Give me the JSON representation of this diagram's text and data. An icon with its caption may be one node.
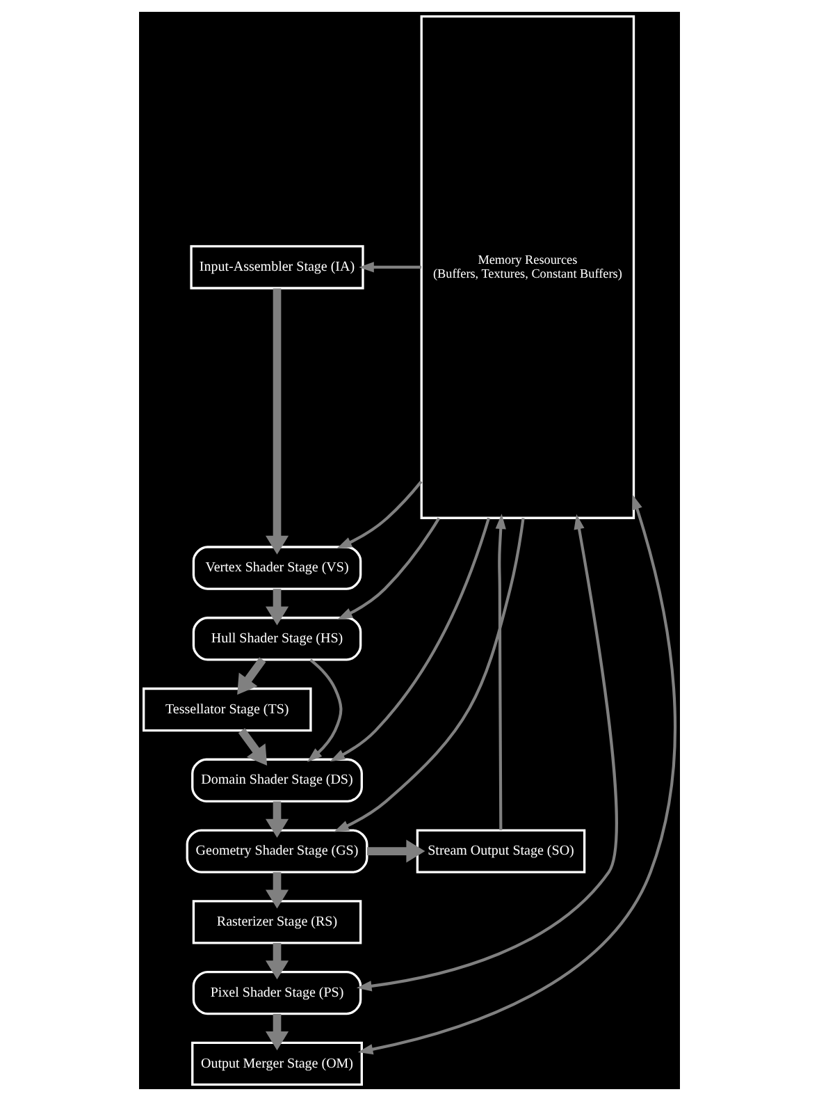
{
  "diagram": {
    "nodes": [
      {
        "text": [
          "Input-Assembler Stage (IA)"
        ]
      },
      {
        "text": [
          "Vertex Shader Stage (VS)"
        ]
      },
      {
        "text": [
          "Hull Shader Stage (HS)"
        ]
      },
      {
        "text": [
          "Tessellator Stage (TS)"
        ]
      },
      {
        "text": [
          "Domain Shader Stage (DS)"
        ]
      },
      {
        "text": [
          "Geometry Shader Stage (GS)"
        ]
      },
      {
        "text": [
          "Stream Output Stage (SO)"
        ]
      },
      {
        "text": [
          "Rasterizer Stage (RS)"
        ]
      },
      {
        "text": [
          "Pixel Shader Stage (PS)"
        ]
      },
      {
        "text": [
          "Output Merger Stage (OM)"
        ]
      },
      {
        "text": [
          "Memory Resources",
          "(Buffers, Textures, Constant Buffers)"
        ]
      }
    ],
    "edges": [
      {
        "from": 0,
        "to": 1,
        "arrow": "to",
        "style": "thick"
      },
      {
        "from": 1,
        "to": 2,
        "arrow": "to",
        "style": "thick"
      },
      {
        "from": 2,
        "to": 3,
        "arrow": "to",
        "style": "thick"
      },
      {
        "from": 2,
        "to": 4,
        "arrow": "to"
      },
      {
        "from": 3,
        "to": 4,
        "arrow": "to",
        "style": "thick"
      },
      {
        "from": 4,
        "to": 5,
        "arrow": "to",
        "style": "thick"
      },
      {
        "from": 5,
        "to": 6,
        "arrow": "to",
        "style": "thick"
      },
      {
        "from": 5,
        "to": 7,
        "arrow": "to",
        "style": "thick"
      },
      {
        "from": 7,
        "to": 8,
        "arrow": "to",
        "style": "thick"
      },
      {
        "from": 8,
        "to": 9,
        "arrow": "to",
        "style": "thick"
      },
      {
        "from": 10,
        "to": 0,
        "arrow": "to"
      },
      {
        "from": 10,
        "to": 1,
        "arrow": "to"
      },
      {
        "from": 10,
        "to": 2,
        "arrow": "to"
      },
      {
        "from": 10,
        "to": 4,
        "arrow": "to"
      },
      {
        "from": 10,
        "to": 5,
        "arrow": "to"
      },
      {
        "from": 6,
        "to": 10,
        "arrow": "to"
      },
      {
        "from": 8,
        "to": 10,
        "arrow": "both"
      },
      {
        "from": 9,
        "to": 10,
        "arrow": "both"
      }
    ]
  }
}
